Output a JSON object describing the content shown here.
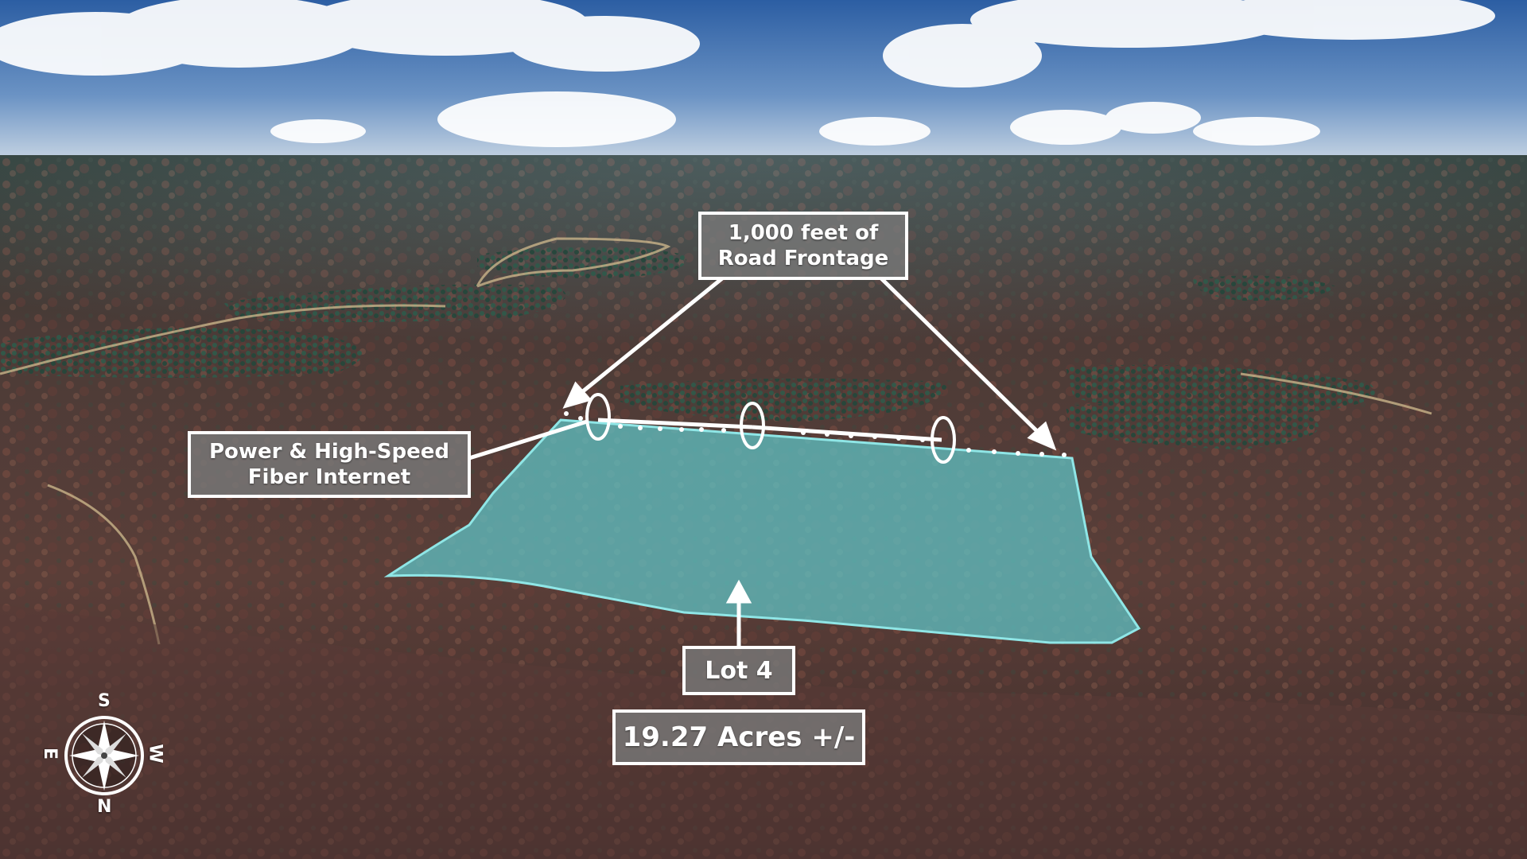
{
  "scene": {
    "colors": {
      "sky_top": "#2f63a8",
      "sky_bottom": "#b8cbe0",
      "terrain": "#4a3a36",
      "parcel_fill": "#5fc2c4",
      "parcel_stroke": "#7fe0e0",
      "label_bg": "#7a7a7a",
      "label_border": "#ffffff"
    }
  },
  "labels": {
    "road_frontage": {
      "line1": "1,000 feet of",
      "line2": "Road Frontage"
    },
    "power": {
      "line1": "Power & High-Speed",
      "line2": "Fiber Internet"
    },
    "lot": {
      "text": "Lot 4"
    },
    "acres": {
      "text": "19.27 Acres +/-"
    }
  },
  "compass": {
    "top": "S",
    "bottom": "N",
    "left": "E",
    "right": "W"
  },
  "icons": {
    "compass": "compass-rose-icon",
    "pole": "utility-pole-marker-icon"
  }
}
